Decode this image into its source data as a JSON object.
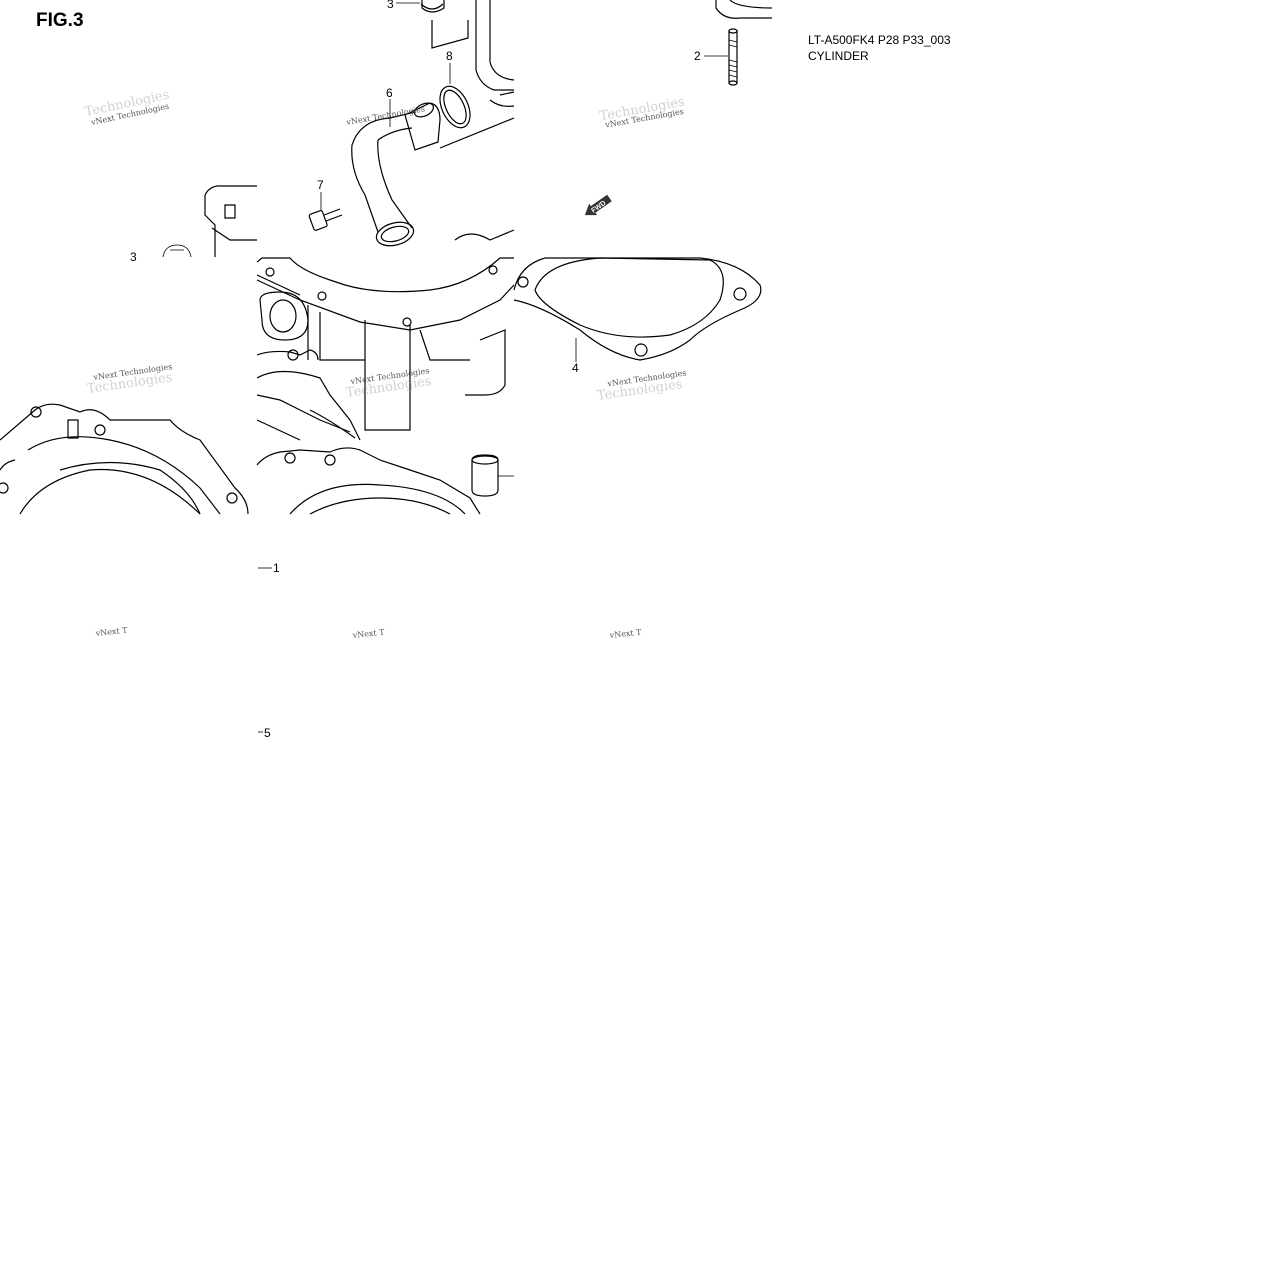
{
  "header": {
    "figure": "FIG.3",
    "ref_code": "LT-A500FK4 P28 P33_003",
    "subtitle": "CYLINDER"
  },
  "callouts": [
    {
      "id": "c1",
      "label": "1"
    },
    {
      "id": "c2",
      "label": "2"
    },
    {
      "id": "c3a",
      "label": "3"
    },
    {
      "id": "c3b",
      "label": "3"
    },
    {
      "id": "c4",
      "label": "4"
    },
    {
      "id": "c5",
      "label": "5"
    },
    {
      "id": "c6",
      "label": "6"
    },
    {
      "id": "c7",
      "label": "7"
    },
    {
      "id": "c8",
      "label": "8"
    }
  ],
  "fwd_arrow": "FWD",
  "watermark": {
    "line1": "vNext Technologies",
    "line2": "vNext Technologies",
    "partial": "vNext T",
    "ghost": "Technologies"
  },
  "colors": {
    "ink": "#000000",
    "watermark": "#555555",
    "background": "#ffffff"
  }
}
